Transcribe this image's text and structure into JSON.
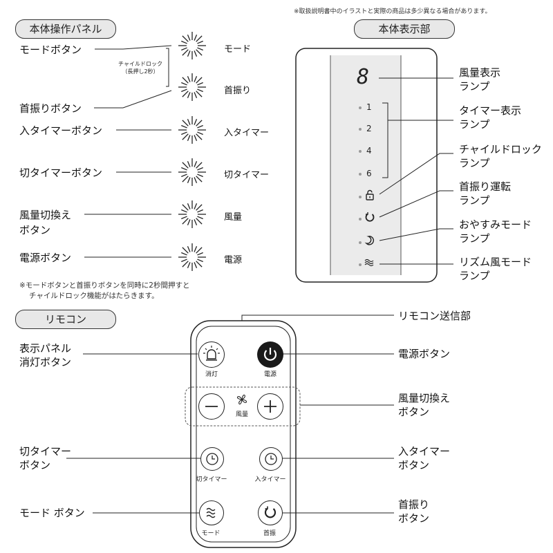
{
  "top_note": "※取扱説明書中のイラストと実際の商品は多少異なる場合があります。",
  "panel": {
    "title": "本体操作パネル",
    "left_labels": [
      "モードボタン",
      "首振りボタン",
      "入タイマーボタン",
      "切タイマーボタン",
      "風量切換え",
      "ボタン",
      "電源ボタン"
    ],
    "right_labels": [
      "モード",
      "首振り",
      "入タイマー",
      "切タイマー",
      "風量",
      "電源"
    ],
    "child_lock_line1": "チャイルドロック",
    "child_lock_line2": "（長押し2秒）",
    "note_line1": "※モードボタンと首振りボタンを同時に2秒間押すと",
    "note_line2": "チャイルドロック機能がはたらきます。"
  },
  "display": {
    "title": "本体表示部",
    "digit": "8",
    "timer_values": [
      "1",
      "2",
      "4",
      "6"
    ],
    "labels": [
      {
        "l1": "風量表示",
        "l2": "ランプ"
      },
      {
        "l1": "タイマー表示",
        "l2": "ランプ"
      },
      {
        "l1": "チャイルドロック",
        "l2": "ランプ"
      },
      {
        "l1": "首振り運転",
        "l2": "ランプ"
      },
      {
        "l1": "おやすみモード",
        "l2": "ランプ"
      },
      {
        "l1": "リズム風モード",
        "l2": "ランプ"
      }
    ],
    "icons": [
      "lock-icon",
      "oscillation-icon",
      "sleep-moon-icon",
      "rhythm-wave-icon"
    ]
  },
  "remote": {
    "title": "リモコン",
    "transmitter": "リモコン送信部",
    "light_off_caption": "消灯",
    "power_caption": "電源",
    "fan_speed_caption": "風量",
    "off_timer_caption": "切タイマー",
    "on_timer_caption": "入タイマー",
    "mode_caption": "モード",
    "oscillation_caption": "首振",
    "left_labels": {
      "display_off_l1": "表示パネル",
      "display_off_l2": "消灯ボタン",
      "off_timer_l1": "切タイマー",
      "off_timer_l2": "ボタン",
      "mode": "モード ボタン"
    },
    "right_labels": {
      "power": "電源ボタン",
      "fan_speed_l1": "風量切換え",
      "fan_speed_l2": "ボタン",
      "on_timer_l1": "入タイマー",
      "on_timer_l2": "ボタン",
      "oscillation_l1": "首振り",
      "oscillation_l2": "ボタン"
    },
    "power_button_color": "#1a1a1a"
  }
}
